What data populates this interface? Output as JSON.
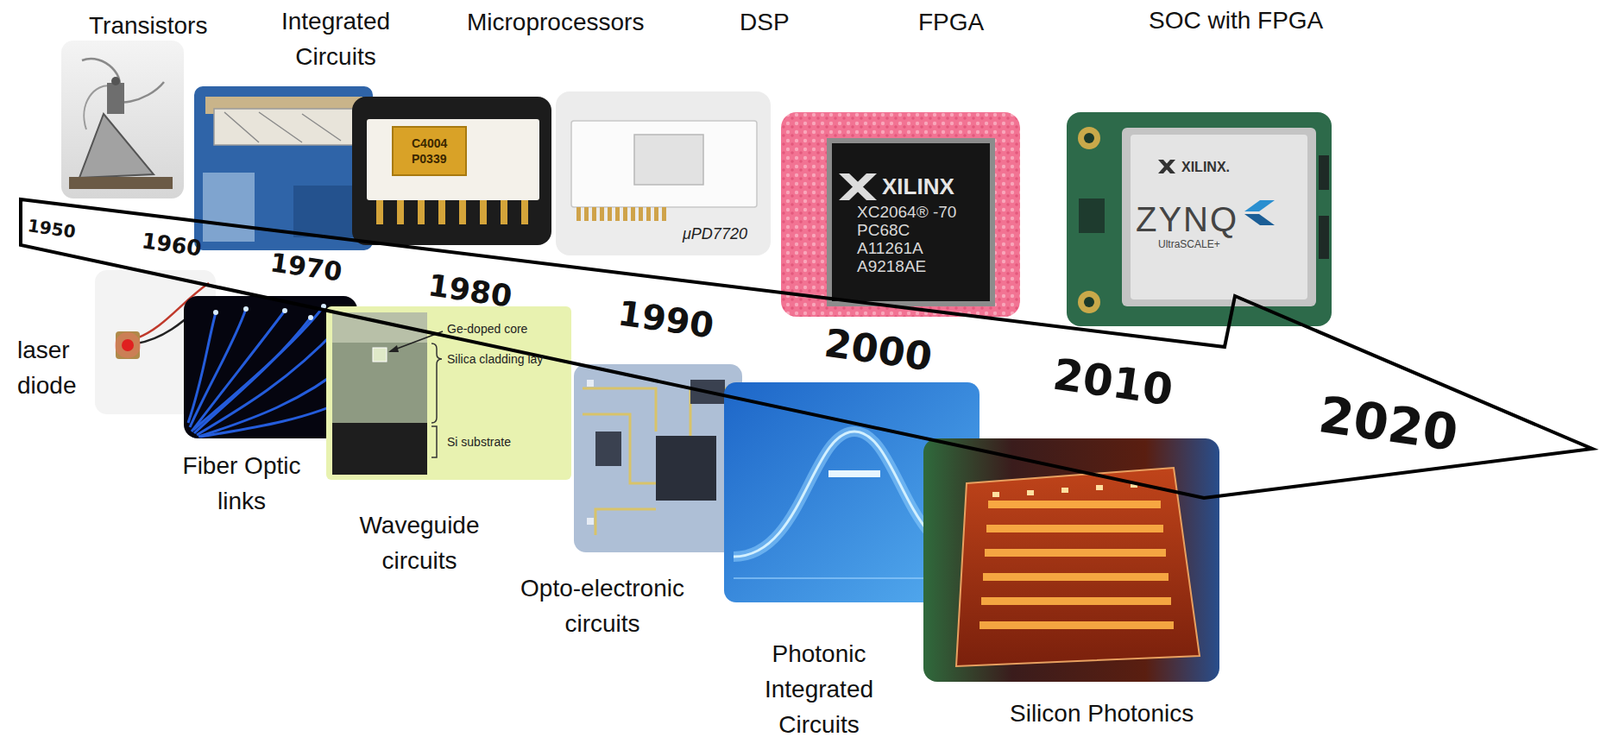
{
  "diagram": {
    "labels": [
      "Transistors",
      "Integrated Circuits",
      "Microprocessors",
      "DSP",
      "FPGA",
      "SOC with FPGA",
      "C4004",
      "P0339",
      "μPD7720",
      "XILINX",
      "XC2064® -70",
      "PC68C",
      "A11261A",
      "A9218AE",
      "XILINX.",
      "ZYNQ",
      "UltraSCALE+",
      "1950",
      "1960",
      "1970",
      "1980",
      "1990",
      "2000",
      "2010",
      "2020",
      "laser diode",
      "Fiber Optic links",
      "Ge-doped core",
      "Silica cladding lay",
      "Si substrate",
      "Waveguide circuits",
      "Opto-electronic circuits",
      "Photonic Integrated Circuits",
      "Silicon Photonics"
    ]
  }
}
